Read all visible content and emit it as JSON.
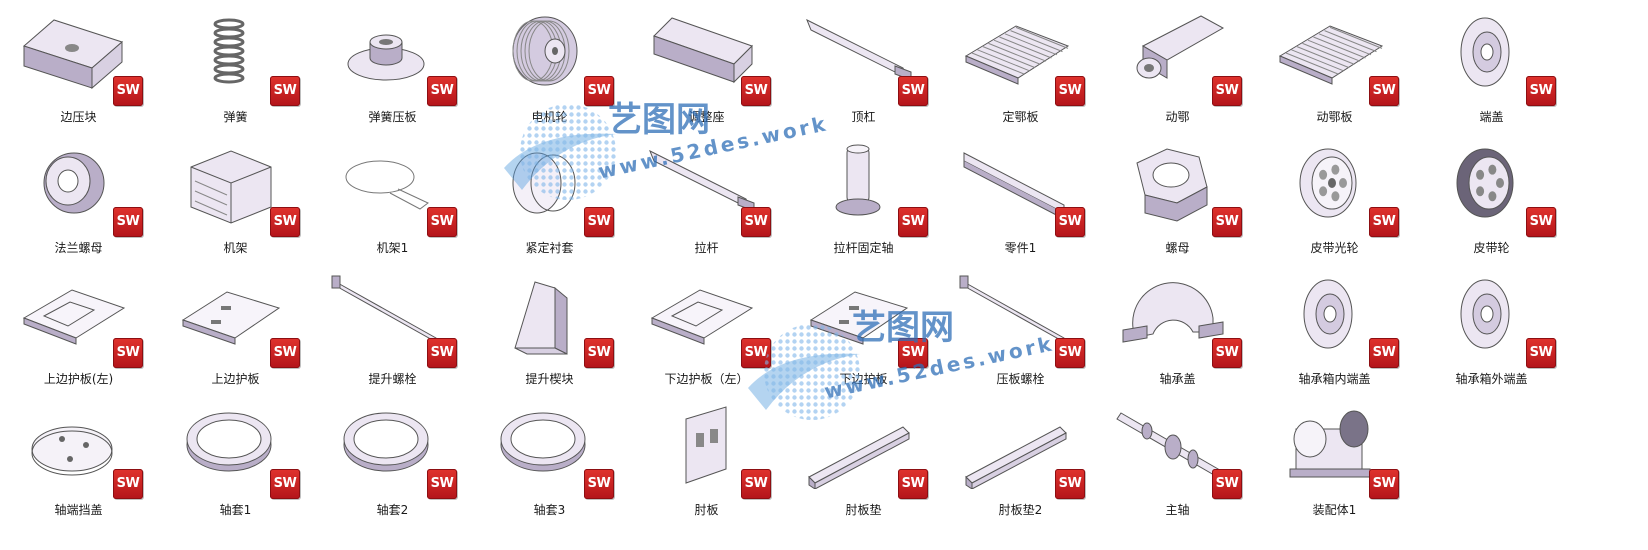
{
  "items": [
    {
      "name": "边压块",
      "icon": "block-part-icon"
    },
    {
      "name": "弹簧",
      "icon": "spring-icon"
    },
    {
      "name": "弹簧压板",
      "icon": "flange-plate-icon"
    },
    {
      "name": "电机轮",
      "icon": "grooved-pulley-icon"
    },
    {
      "name": "调整座",
      "icon": "adjust-seat-icon"
    },
    {
      "name": "顶杠",
      "icon": "rod-icon"
    },
    {
      "name": "定鄂板",
      "icon": "ribbed-plate-icon"
    },
    {
      "name": "动鄂",
      "icon": "swing-jaw-icon"
    },
    {
      "name": "动鄂板",
      "icon": "ribbed-plate-icon"
    },
    {
      "name": "端盖",
      "icon": "disc-cover-icon"
    },
    {
      "name": "法兰螺母",
      "icon": "flange-nut-icon"
    },
    {
      "name": "机架",
      "icon": "frame-icon"
    },
    {
      "name": "机架1",
      "icon": "sketch-icon"
    },
    {
      "name": "紧定衬套",
      "icon": "sleeve-icon"
    },
    {
      "name": "拉杆",
      "icon": "rod-icon"
    },
    {
      "name": "拉杆固定轴",
      "icon": "pin-icon"
    },
    {
      "name": "零件1",
      "icon": "beam-icon"
    },
    {
      "name": "螺母",
      "icon": "hex-nut-icon"
    },
    {
      "name": "皮带光轮",
      "icon": "spoked-wheel-icon"
    },
    {
      "name": "皮带轮",
      "icon": "dark-wheel-icon"
    },
    {
      "name": "上边护板(左)",
      "icon": "guard-plate-icon"
    },
    {
      "name": "上边护板",
      "icon": "flat-plate-icon"
    },
    {
      "name": "提升螺栓",
      "icon": "long-bolt-icon"
    },
    {
      "name": "提升楔块",
      "icon": "wedge-icon"
    },
    {
      "name": "下边护板（左）",
      "icon": "guard-plate-icon"
    },
    {
      "name": "下边护板",
      "icon": "flat-plate-icon"
    },
    {
      "name": "压板螺栓",
      "icon": "long-bolt-icon"
    },
    {
      "name": "轴承盖",
      "icon": "bearing-cap-icon"
    },
    {
      "name": "轴承箱内端盖",
      "icon": "disc-cover-icon"
    },
    {
      "name": "轴承箱外端盖",
      "icon": "disc-cover-icon"
    },
    {
      "name": "轴端挡盖",
      "icon": "round-plate-icon"
    },
    {
      "name": "轴套1",
      "icon": "ring-icon"
    },
    {
      "name": "轴套2",
      "icon": "ring-icon"
    },
    {
      "name": "轴套3",
      "icon": "ring-icon"
    },
    {
      "name": "肘板",
      "icon": "toggle-plate-icon"
    },
    {
      "name": "肘板垫",
      "icon": "angle-strip-icon"
    },
    {
      "name": "肘板垫2",
      "icon": "angle-strip-icon"
    },
    {
      "name": "主轴",
      "icon": "shaft-icon"
    },
    {
      "name": "装配体1",
      "icon": "assembly-icon"
    }
  ],
  "badge_label": "SW",
  "watermark": {
    "logo_text": "艺图网",
    "url_text": "www.52des.work"
  },
  "colors": {
    "badge": "#c8201f",
    "part": "#ece6f2",
    "part_shade": "#b9aec8",
    "watermark": "#2f6fb8"
  }
}
